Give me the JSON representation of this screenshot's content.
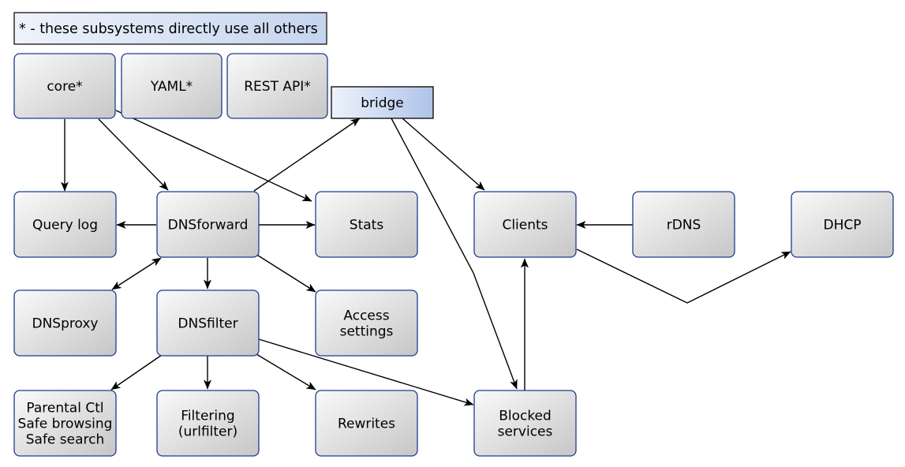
{
  "legend": {
    "text": "* - these subsystems directly use all others"
  },
  "nodes": {
    "core": [
      "core*"
    ],
    "yaml": [
      "YAML*"
    ],
    "restapi": [
      "REST API*"
    ],
    "bridge": [
      "bridge"
    ],
    "querylog": [
      "Query log"
    ],
    "dnsforward": [
      "DNSforward"
    ],
    "stats": [
      "Stats"
    ],
    "clients": [
      "Clients"
    ],
    "rdns": [
      "rDNS"
    ],
    "dhcp": [
      "DHCP"
    ],
    "dnsproxy": [
      "DNSproxy"
    ],
    "dnsfilter": [
      "DNSfilter"
    ],
    "access": [
      "Access",
      "settings"
    ],
    "parental": [
      "Parental Ctl",
      "Safe browsing",
      "Safe search"
    ],
    "filtering": [
      "Filtering",
      "(urlfilter)"
    ],
    "rewrites": [
      "Rewrites"
    ],
    "blocked": [
      "Blocked",
      "services"
    ]
  },
  "edges": [
    {
      "from": "core",
      "to": "querylog"
    },
    {
      "from": "core",
      "to": "dnsforward"
    },
    {
      "from": "core",
      "to": "stats"
    },
    {
      "from": "dnsforward",
      "to": "bridge"
    },
    {
      "from": "dnsforward",
      "to": "querylog"
    },
    {
      "from": "dnsforward",
      "to": "stats"
    },
    {
      "from": "dnsforward",
      "to": "dnsproxy",
      "bidirectional": true
    },
    {
      "from": "dnsforward",
      "to": "dnsfilter"
    },
    {
      "from": "dnsforward",
      "to": "access"
    },
    {
      "from": "bridge",
      "to": "clients"
    },
    {
      "from": "bridge",
      "to": "blocked"
    },
    {
      "from": "rdns",
      "to": "clients"
    },
    {
      "from": "clients",
      "to": "dhcp"
    },
    {
      "from": "blocked",
      "to": "clients"
    },
    {
      "from": "dnsfilter",
      "to": "parental"
    },
    {
      "from": "dnsfilter",
      "to": "filtering"
    },
    {
      "from": "dnsfilter",
      "to": "rewrites"
    },
    {
      "from": "dnsfilter",
      "to": "blocked"
    }
  ]
}
